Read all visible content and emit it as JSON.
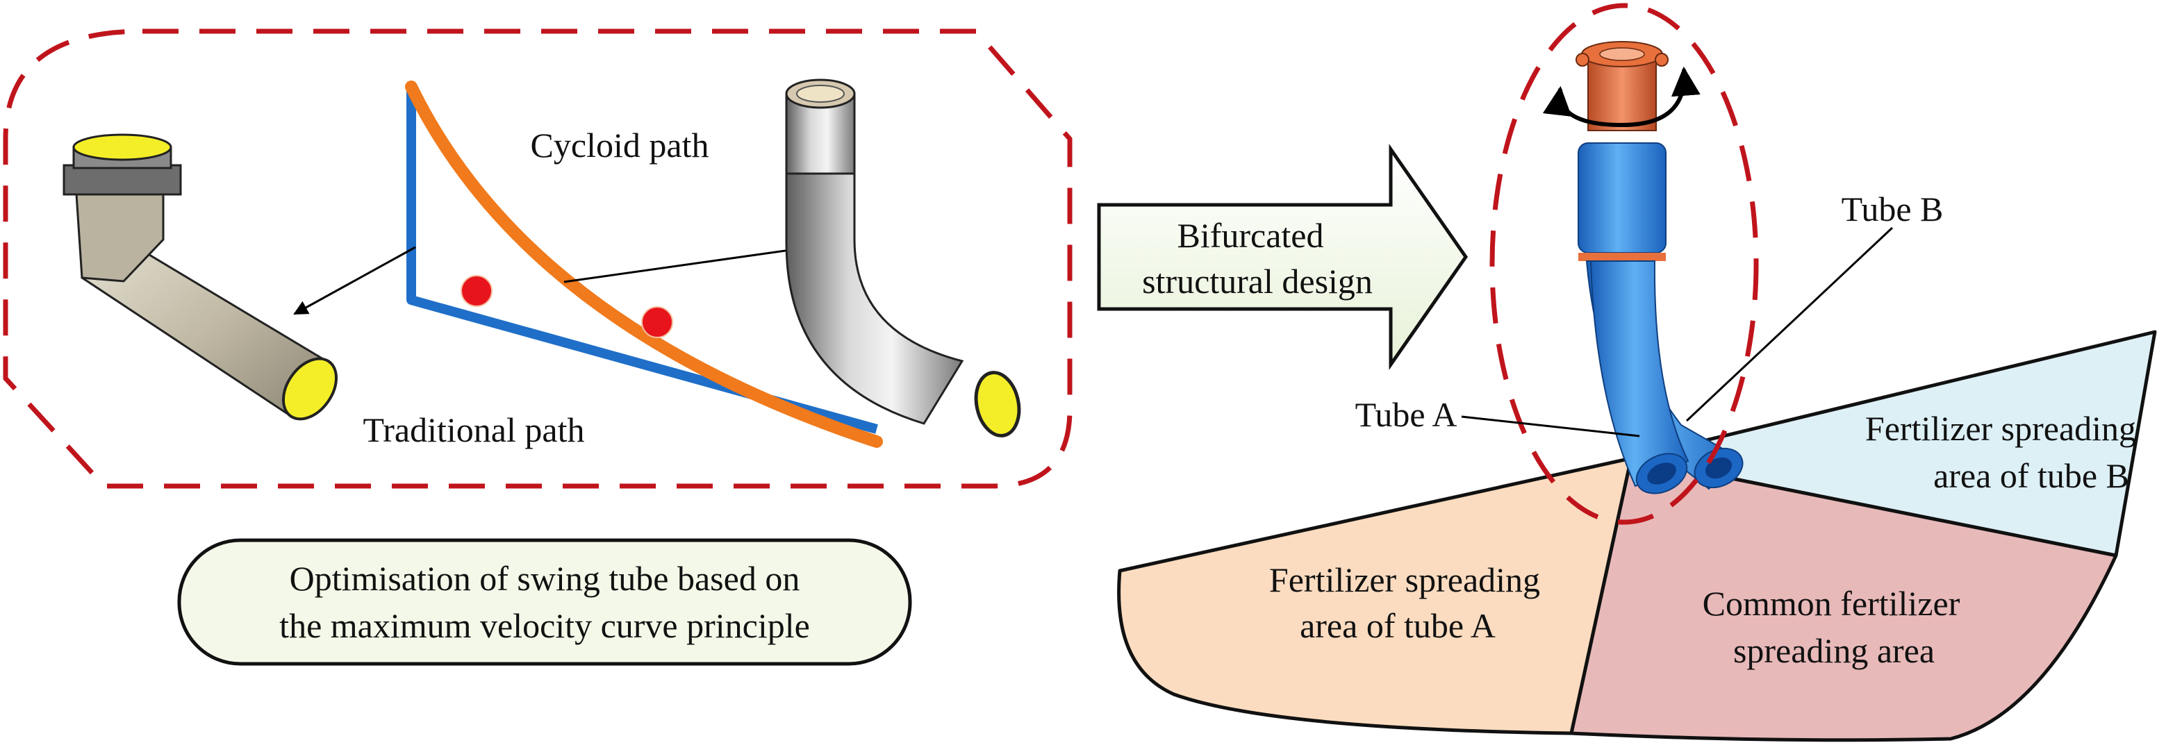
{
  "left_panel": {
    "cycloid_label": "Cycloid path",
    "traditional_label": "Traditional path",
    "caption_line1": "Optimisation of swing tube based on",
    "caption_line2": "the maximum velocity curve principle"
  },
  "arrow": {
    "line1": "Bifurcated",
    "line2": "structural design"
  },
  "right_panel": {
    "tube_a": "Tube A",
    "tube_b": "Tube B",
    "area_a_line1": "Fertilizer spreading",
    "area_a_line2": "area of tube A",
    "area_b_line1": "Fertilizer spreading",
    "area_b_line2": "area of tube B",
    "common_line1": "Common fertilizer",
    "common_line2": "spreading area"
  },
  "colors": {
    "dashed_outline": "#c0141c",
    "traditional_path": "#1f6fc8",
    "cycloid_path": "#f07a1c",
    "point_marker": "#e8141c",
    "tube_inner": "#f4ee28",
    "swing_tube": "#2f86dc",
    "tube_top": "#e8703c",
    "area_a": "#fbdcc0",
    "area_b": "#ddf0f6",
    "common_area": "#e8b9b9",
    "caption_box": "#f3f8e8"
  }
}
